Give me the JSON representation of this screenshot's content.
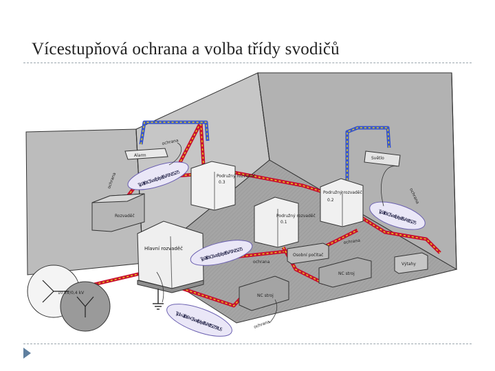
{
  "slide": {
    "title": "Vícestupňová ochrana a volba třídy svodičů"
  },
  "diagram": {
    "labels": {
      "alarm": "Alarm",
      "rozvadec": "Rozvaděč",
      "podruzny_1": "Podružný rozvaděč",
      "podruzny_1_id": "0.3",
      "podruzny_2": "Podružný rozvaděč",
      "podruzny_2_id": "0.1",
      "podruzny_3": "Podružný rozvaděč",
      "podruzny_3_id": "0.2",
      "hlavni": "Hlavní rozvaděč",
      "ochrana_1": "ochrana",
      "ochrana_2": "ochrana",
      "ochrana_3": "ochrana",
      "ochrana_4": "ochrana",
      "ochrana_5": "ochrana",
      "ochrana_6": "ochrana",
      "svetlo": "Světlo",
      "vytahy": "Výtahy",
      "nc_1": "NC stroj",
      "nc_2": "NC stroj",
      "kancelar": "Osobní počítač",
      "transformer": "10 kV/0,4 kV"
    },
    "ovals": {
      "oval_1": "Typ 2 (třída C) Svodič přepětí SVR 1 N 15-275",
      "oval_2": "Typ 2 (třída C) Svodič přepětí SVR 1 N 15-275",
      "oval_3": "Typ 2 (třída C) Svodič přepětí SVR 4 / 15-275",
      "oval_4": "Typ 1+2 (třída B+C) Svodič přepětí SVR 4 / 15-275 PLUS"
    }
  },
  "colors": {
    "wall": "#b9b9b9",
    "floor": "#a3a3a3",
    "cable_red": "#c8102e",
    "cable_yellow": "#e6d21c",
    "cable_blue": "#3a56c9",
    "oval_fill": "#eae7f7",
    "oval_stroke": "#6a5fb0"
  }
}
